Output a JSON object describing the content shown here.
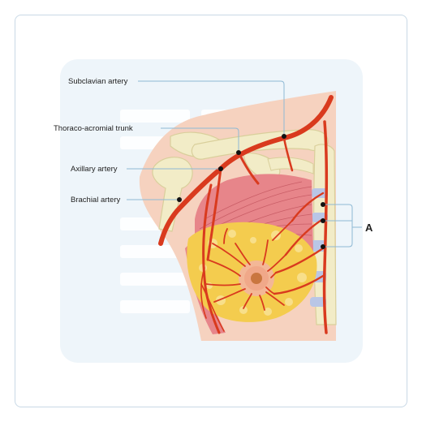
{
  "labels": {
    "subclavian": "Subclavian artery",
    "thoraco_acromial": "Thoraco-acromial trunk",
    "axillary": "Axillary artery",
    "brachial": "Brachial artery",
    "group_a": "A"
  },
  "colors": {
    "background": "#eef5fa",
    "artery": "#d93a1e",
    "skin": "#f6d2bf",
    "bone": "#f2ecc7",
    "muscle": "#e7858a",
    "fat": "#f4cc4e",
    "leader": "#8eb9d4",
    "dot": "#111111"
  }
}
